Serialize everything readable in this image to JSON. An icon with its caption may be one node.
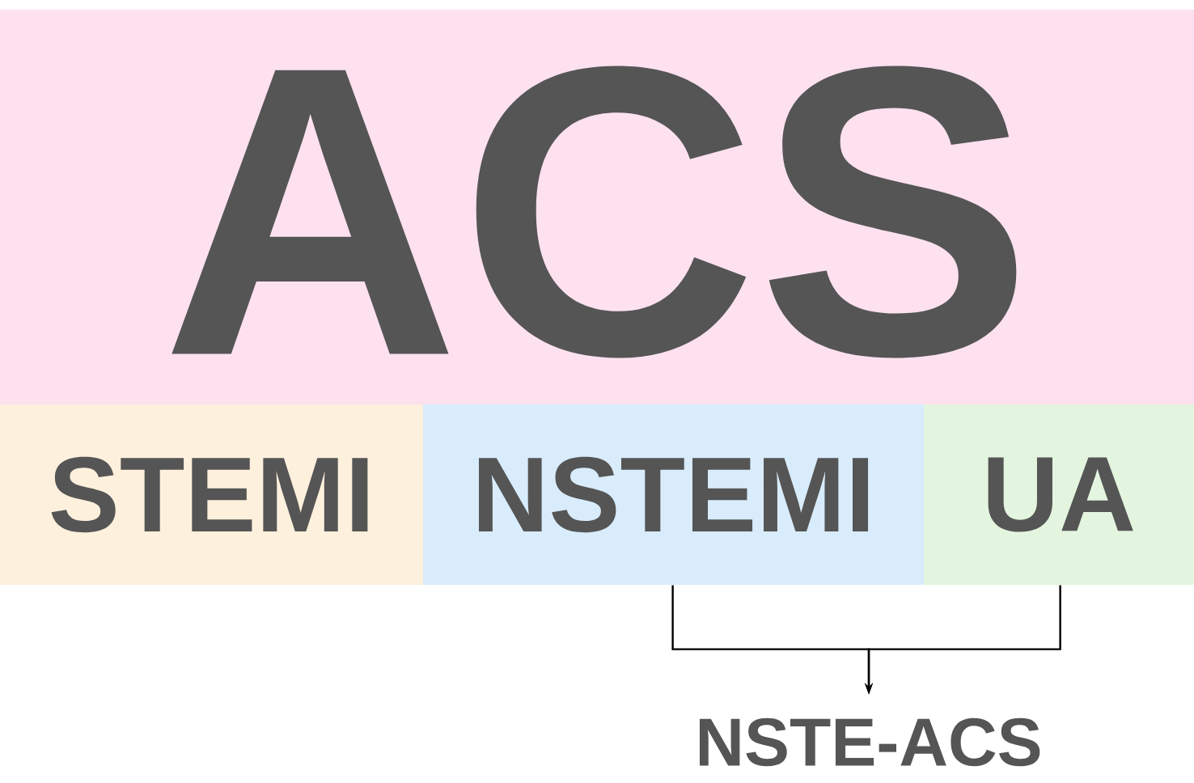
{
  "diagram": {
    "nodes": [
      {
        "text": [
          "ACS"
        ]
      },
      {
        "text": [
          "STEMI"
        ]
      },
      {
        "text": [
          "NSTEMI"
        ]
      },
      {
        "text": [
          "UA"
        ]
      },
      {
        "text": [
          "NSTE-ACS"
        ]
      }
    ],
    "edges": [
      {
        "from": 2,
        "to": 4,
        "arrow": "to"
      },
      {
        "from": 3,
        "to": 4,
        "arrow": "to"
      }
    ]
  }
}
